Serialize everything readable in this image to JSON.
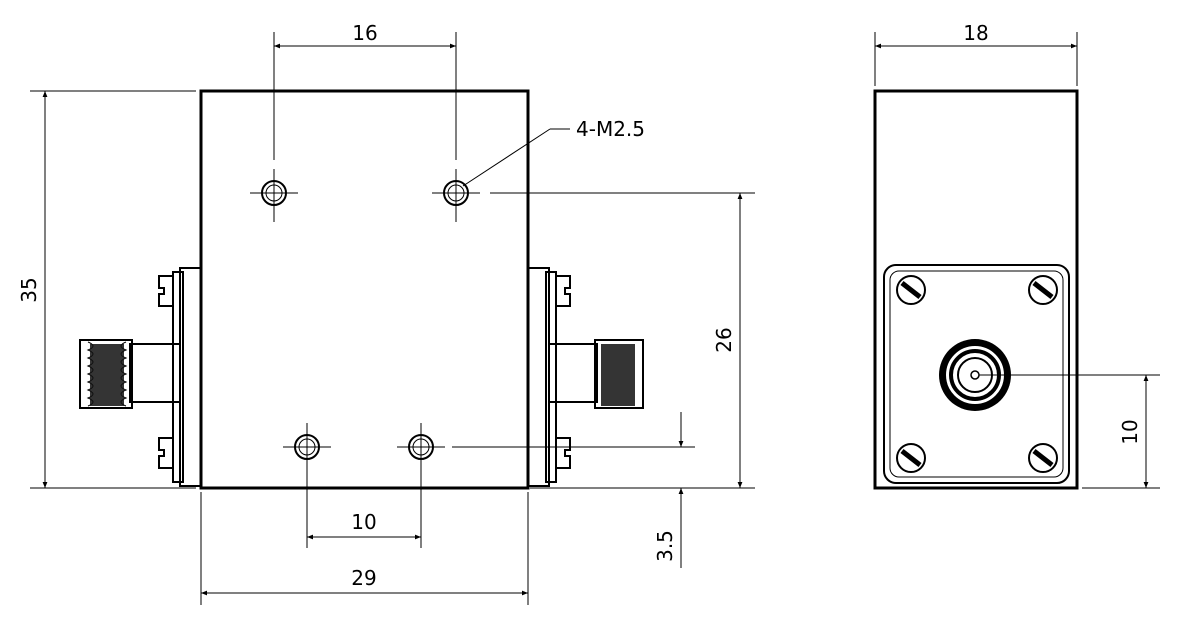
{
  "dimensions": {
    "top_hole_spacing": "16",
    "overall_height": "35",
    "hole_label": "4-M2.5",
    "hole_vertical_distance": "26",
    "bottom_hole_spacing": "10",
    "body_width": "29",
    "bottom_hole_offset": "3.5",
    "side_width": "18",
    "connector_height": "10"
  },
  "colors": {
    "line": "#000000",
    "background": "#ffffff"
  }
}
